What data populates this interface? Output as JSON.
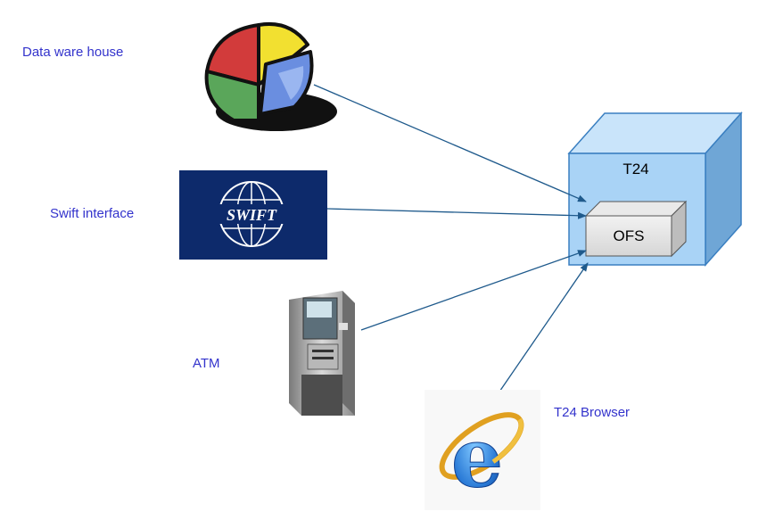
{
  "labels": {
    "data_warehouse": "Data ware house",
    "swift_interface": "Swift interface",
    "atm": "ATM",
    "t24_browser": "T24 Browser"
  },
  "t24_box": {
    "title": "T24",
    "inner": "OFS"
  },
  "swift_logo_text": "SWIFT",
  "colors": {
    "label": "#3333cc",
    "arrow": "#1f5a8c",
    "cube_front": "#a9d3f6",
    "cube_top": "#c9e4fa",
    "cube_side": "#6fa6d6",
    "swift_bg": "#0d2a6b"
  },
  "icons": [
    "pie-chart-icon",
    "swift-logo-icon",
    "atm-machine-icon",
    "browser-e-icon"
  ]
}
